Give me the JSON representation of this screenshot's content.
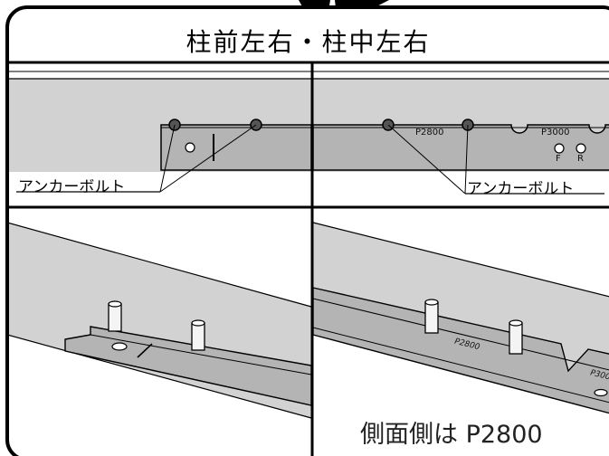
{
  "title": "柱前左右・柱中左右",
  "left_panel": {
    "callout": "アンカーボルト"
  },
  "right_panel": {
    "callout": "アンカーボルト",
    "labels": {
      "p2800": "P2800",
      "p3000": "P3000",
      "f": "F",
      "r": "R"
    },
    "iso_label_p2800": "P2800",
    "iso_label_p3000": "P300"
  },
  "caption": "側面側は P2800",
  "colors": {
    "plate": "#b4b4b4",
    "panel_bg": "#d2d2d2",
    "line": "#000000"
  }
}
